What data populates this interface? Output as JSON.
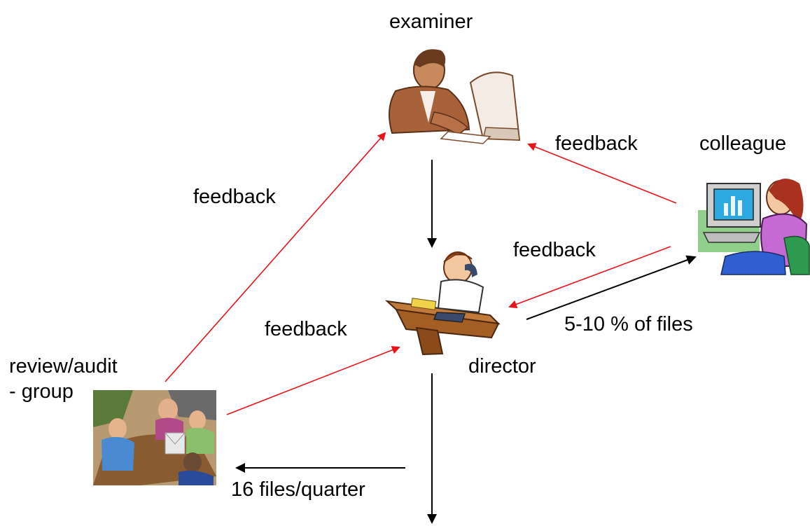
{
  "nodes": {
    "examiner": "examiner",
    "colleague": "colleague",
    "director": "director",
    "review_line1": "review/audit",
    "review_line2": "- group"
  },
  "edges": {
    "feedback_colleague_to_examiner": "feedback",
    "feedback_review_to_examiner": "feedback",
    "feedback_colleague_to_director": "feedback",
    "feedback_review_to_director": "feedback",
    "director_to_colleague": "5-10 % of files",
    "director_to_review": "16 files/quarter"
  },
  "colors": {
    "feedback_arrow": "#e8141a",
    "flow_arrow": "#000000"
  },
  "icons": {
    "examiner": "man-at-computer-icon",
    "colleague": "woman-at-computer-icon",
    "director": "man-on-phone-at-desk-icon",
    "review": "meeting-group-photo"
  }
}
